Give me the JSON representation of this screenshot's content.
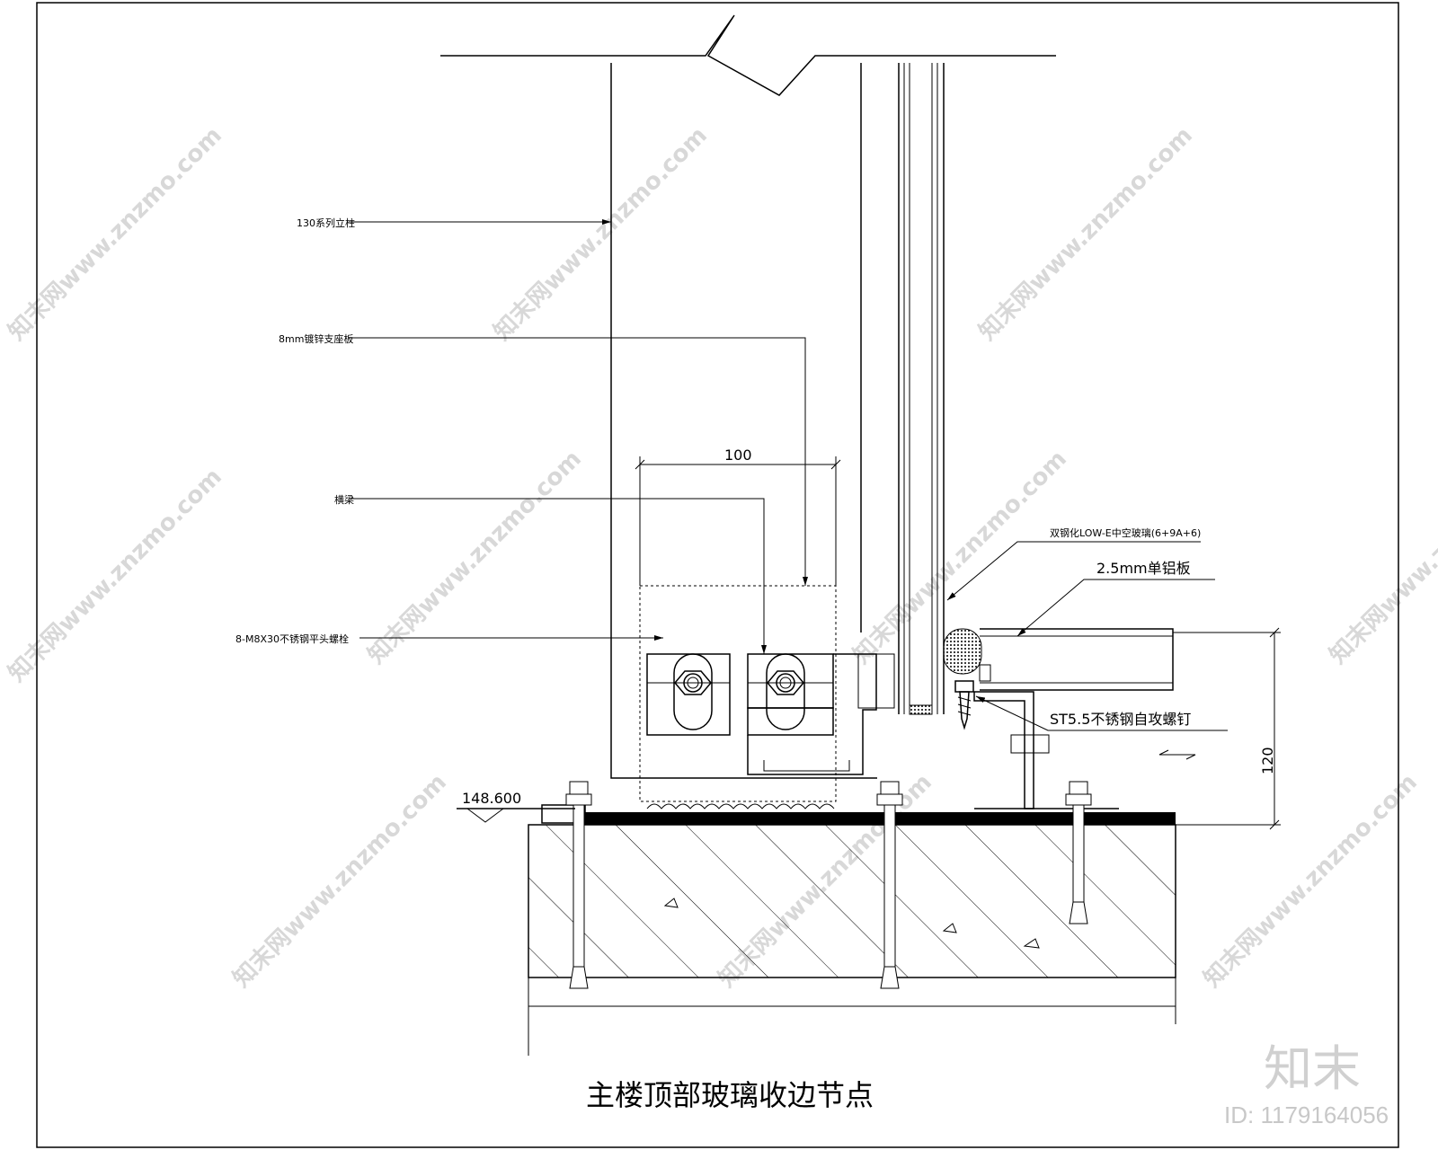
{
  "title": "主楼顶部玻璃收边节点",
  "elevation": "148.600",
  "dimensions": {
    "width_label": "100",
    "height_label": "120"
  },
  "labels_left": [
    "130系列立柱",
    "8mm镀锌支座板",
    "横梁",
    "8-M8X30不锈钢平头螺栓"
  ],
  "labels_right": [
    "双钢化LOW-E中空玻璃(6+9A+6)",
    "2.5mm单铝板",
    "ST5.5不锈钢自攻螺钉"
  ],
  "watermark": {
    "text": "知末网www.znzmo.com",
    "brand": "知末",
    "id": "ID: 1179164056"
  }
}
